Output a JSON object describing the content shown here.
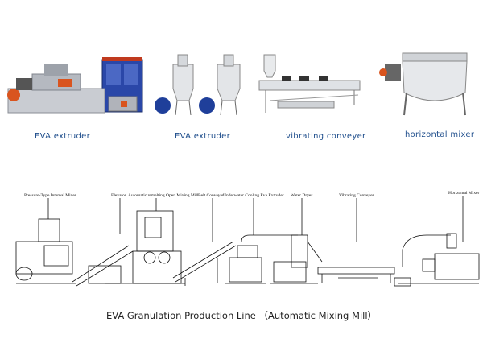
{
  "photos": [
    {
      "id": "p1",
      "label": "EVA extruder"
    },
    {
      "id": "p2",
      "label": "EVA extruder"
    },
    {
      "id": "p3",
      "label": "vibrating conveyer"
    },
    {
      "id": "p4",
      "label": "horizontal mixer"
    }
  ],
  "diagram_labels": [
    "Pressure-Type Internal Mixer",
    "Elevator",
    "Automatic remelting Open Mixing Mill",
    "Belt Conveyer",
    "Underwater Cooling Eva Extruder",
    "Water Dryer",
    "Vibrating Conveyer",
    "Horizontal Mixer"
  ],
  "caption": "EVA Granulation Production Line （Automatic Mixing Mill）",
  "colors": {
    "label_blue": "#1f4e8c",
    "machine_blue": "#1f3f9a",
    "machine_orange": "#d9541e"
  }
}
